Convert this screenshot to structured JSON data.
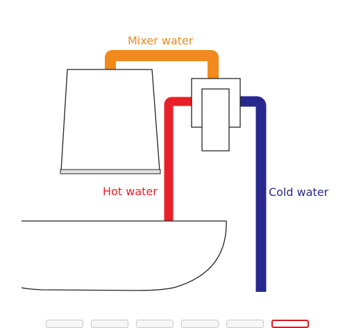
{
  "labels": {
    "mixer": "Mixer water",
    "hot": "Hot water",
    "cold": "Cold water"
  },
  "colors": {
    "mixer": "#f08a1c",
    "hot": "#e8202a",
    "cold": "#28288e",
    "outline": "#222222"
  },
  "tabs": {
    "count": 6,
    "active_index": 5,
    "active_color": "#e0141c"
  }
}
